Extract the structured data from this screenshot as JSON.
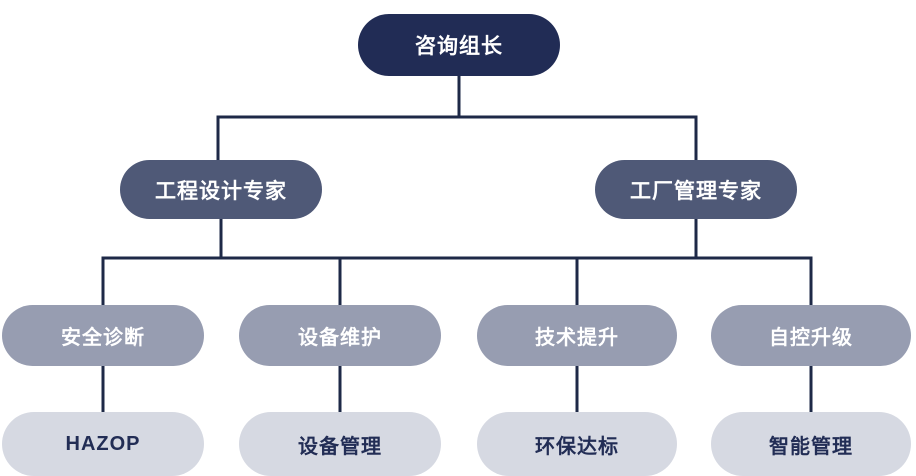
{
  "diagram": {
    "type": "org-chart",
    "root": {
      "label": "咨询组长"
    },
    "level2": [
      {
        "label": "工程设计专家"
      },
      {
        "label": "工厂管理专家"
      }
    ],
    "level3": [
      {
        "label": "安全诊断"
      },
      {
        "label": "设备维护"
      },
      {
        "label": "技术提升"
      },
      {
        "label": "自控升级"
      }
    ],
    "level4": [
      {
        "label": "HAZOP"
      },
      {
        "label": "设备管理"
      },
      {
        "label": "环保达标"
      },
      {
        "label": "智能管理"
      }
    ]
  },
  "colors": {
    "root_bg": "#212c55",
    "expert_bg": "#4f5977",
    "service_bg": "#979db1",
    "detail_bg": "#d6d9e2",
    "line": "#1e2947",
    "text_light": "#ffffff",
    "text_dark": "#222d55"
  }
}
